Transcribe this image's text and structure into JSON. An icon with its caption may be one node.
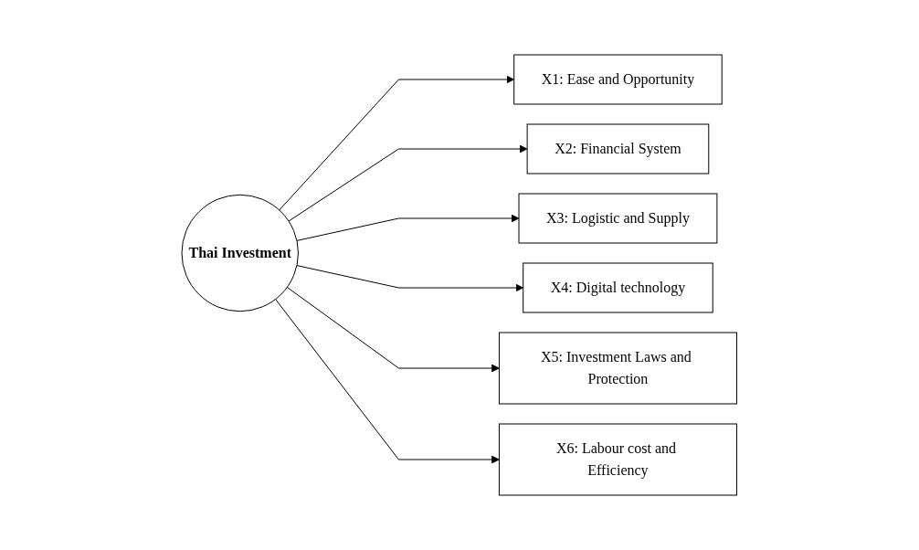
{
  "diagram": {
    "nodes": [
      {
        "text": [
          "Thai Investment"
        ]
      },
      {
        "text": [
          "X1: Ease and Opportunity"
        ]
      },
      {
        "text": [
          "X2: Financial System"
        ]
      },
      {
        "text": [
          "X3: Logistic and Supply"
        ]
      },
      {
        "text": [
          "X4: Digital technology"
        ]
      },
      {
        "text": [
          "X5: Investment Laws and Protection"
        ]
      },
      {
        "text": [
          "X6: Labour cost and Efficiency"
        ]
      }
    ],
    "edges": [
      {
        "from": 0,
        "to": 1,
        "arrow": "to"
      },
      {
        "from": 0,
        "to": 2,
        "arrow": "to"
      },
      {
        "from": 0,
        "to": 3,
        "arrow": "to"
      },
      {
        "from": 0,
        "to": 4,
        "arrow": "to"
      },
      {
        "from": 0,
        "to": 5,
        "arrow": "to"
      },
      {
        "from": 0,
        "to": 6,
        "arrow": "to"
      }
    ]
  }
}
